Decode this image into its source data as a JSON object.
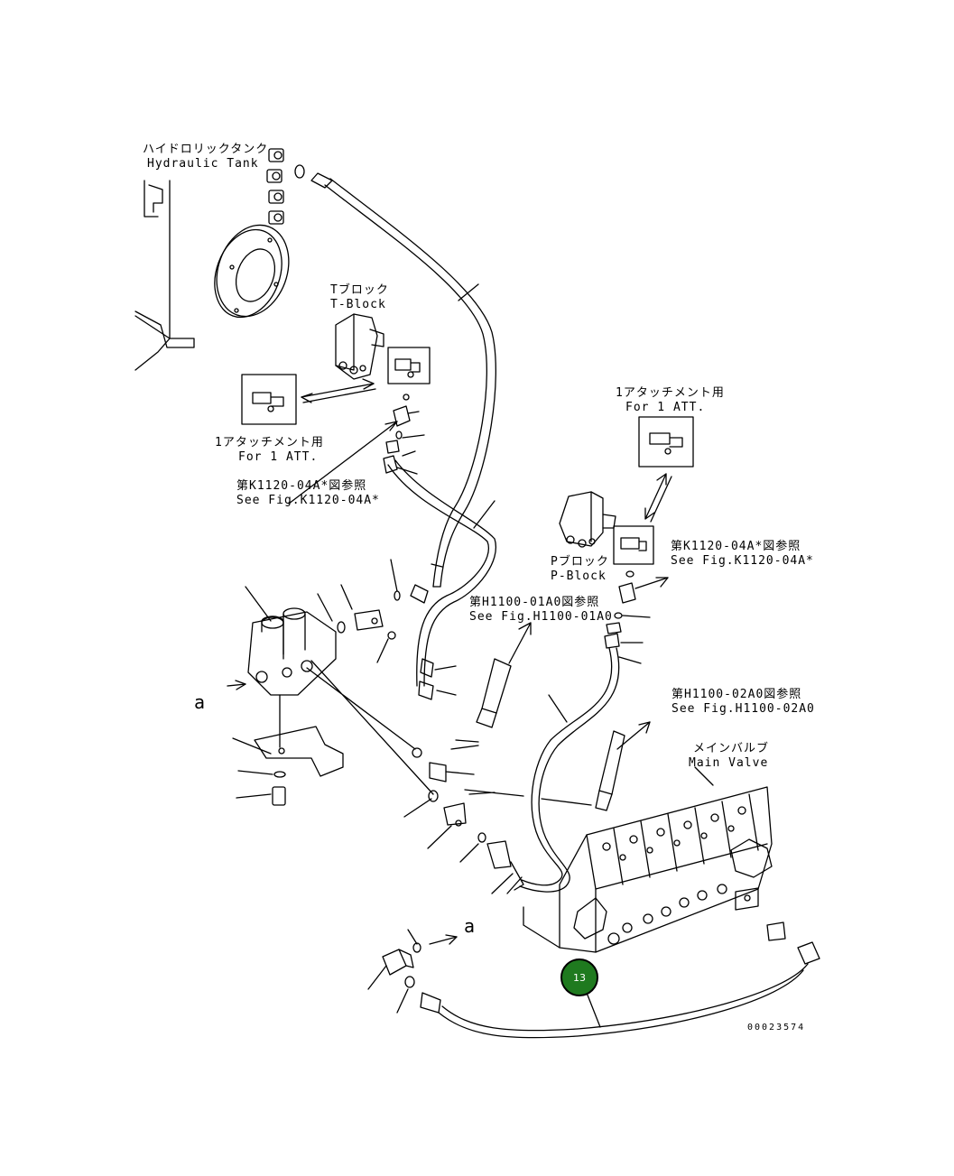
{
  "labels": {
    "hydraulic_tank_jp": "ハイドロリックタンク",
    "hydraulic_tank_en": "Hydraulic Tank",
    "t_block_jp": "Tブロック",
    "t_block_en": "T-Block",
    "for_1att_left_jp": "1アタッチメント用",
    "for_1att_left_en": "For 1 ATT.",
    "see_k1120_left_jp": "第K1120-04A*図参照",
    "see_k1120_left_en": "See Fig.K1120-04A*",
    "for_1att_right_jp": "1アタッチメント用",
    "for_1att_right_en": "For 1 ATT.",
    "p_block_jp": "Pブロック",
    "p_block_en": "P-Block",
    "see_k1120_right_jp": "第K1120-04A*図参照",
    "see_k1120_right_en": "See Fig.K1120-04A*",
    "see_h1100_01_jp": "第H1100-01A0図参照",
    "see_h1100_01_en": "See Fig.H1100-01A0",
    "see_h1100_02_jp": "第H1100-02A0図参照",
    "see_h1100_02_en": "See Fig.H1100-02A0",
    "main_valve_jp": "メインバルブ",
    "main_valve_en": "Main Valve",
    "view_a_left": "a",
    "view_a_bottom": "a",
    "drawing_number": "00023574"
  },
  "callout": {
    "number": "13",
    "color": "#1f7a1f"
  }
}
